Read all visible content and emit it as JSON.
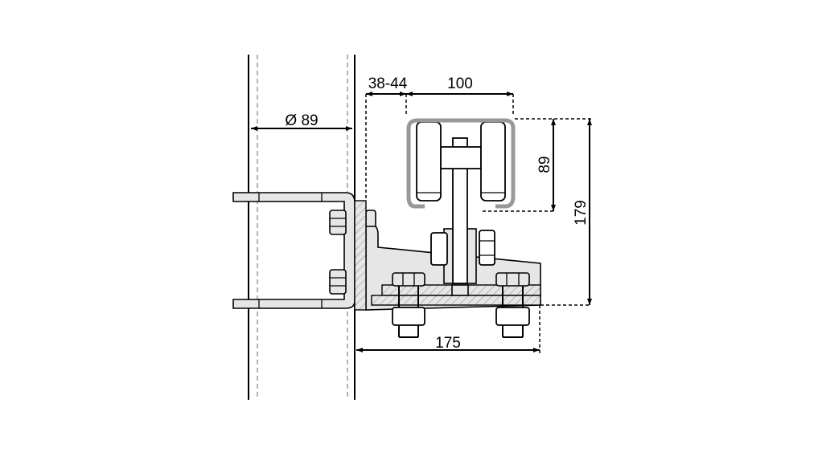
{
  "drawing": {
    "dimensions": {
      "pole_diameter": "Ø 89",
      "wall_gap": "38-44",
      "track_width": "100",
      "track_height": "89",
      "total_height": "179",
      "bracket_length": "175"
    },
    "colors": {
      "line": "#000000",
      "part_fill": "#e6e6e6",
      "track": "#999999"
    }
  }
}
